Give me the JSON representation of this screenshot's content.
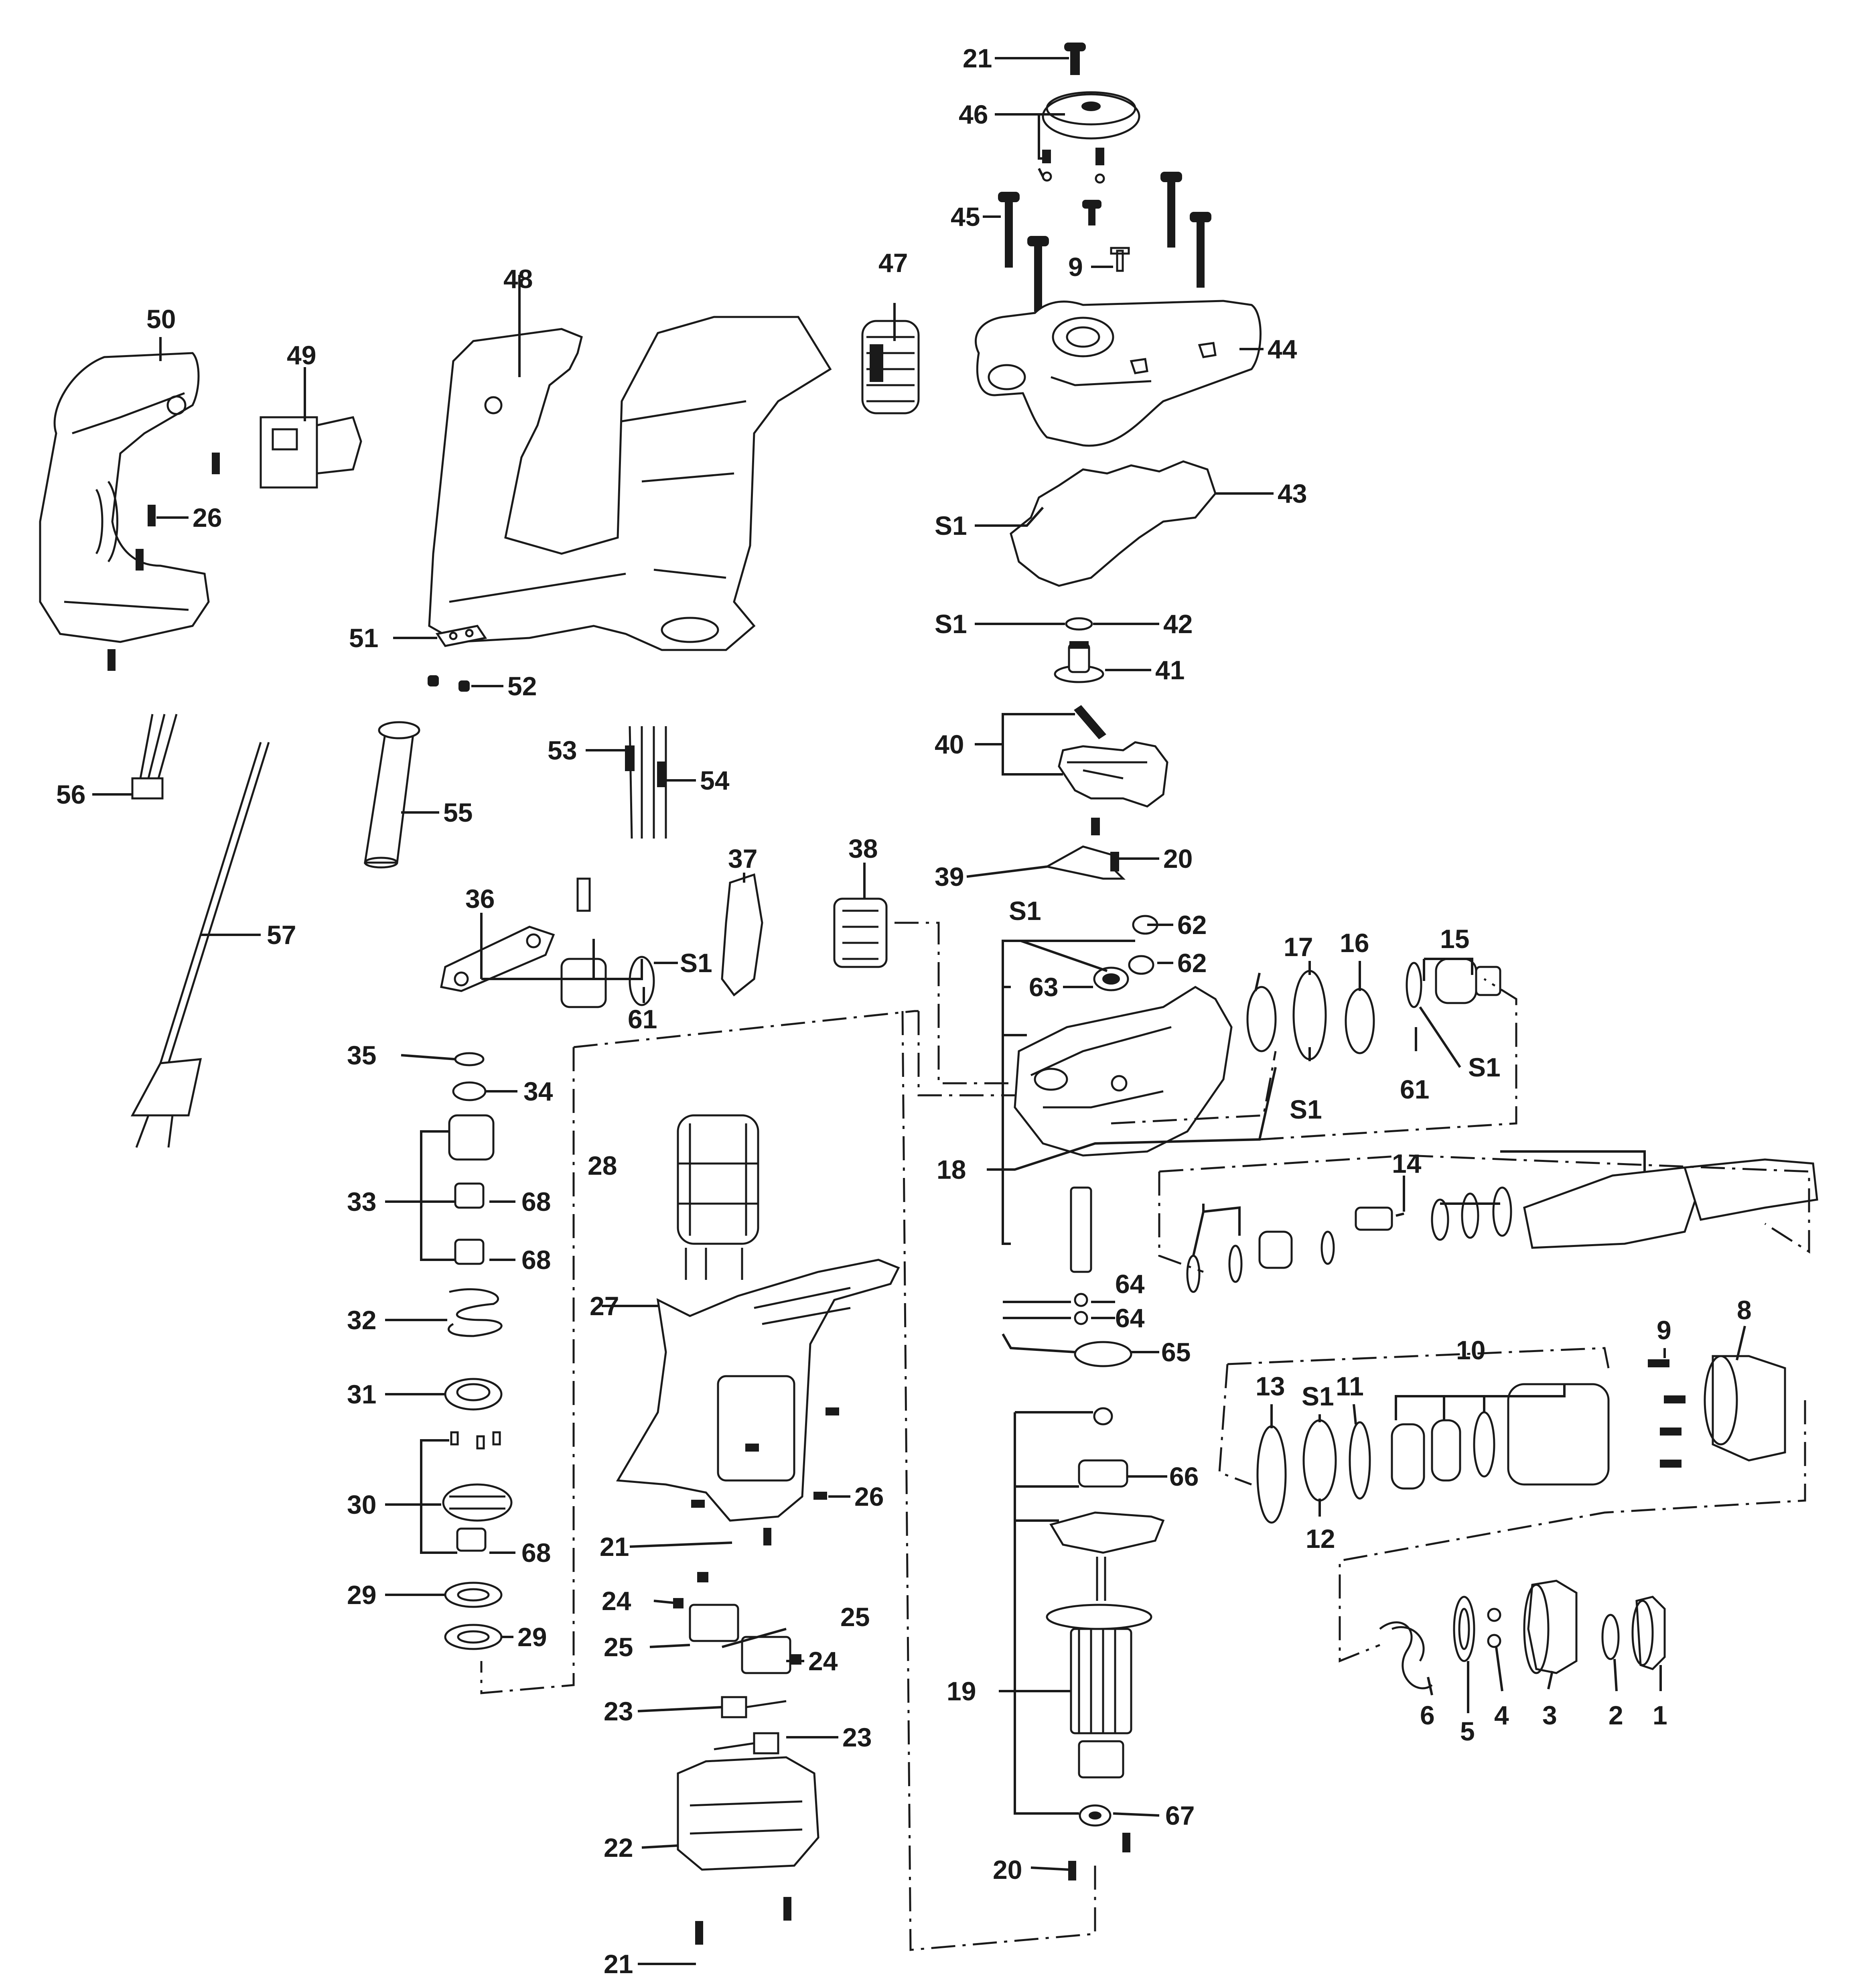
{
  "diagram": {
    "labels": [
      {
        "id": "l21a",
        "text": "21"
      },
      {
        "id": "l46",
        "text": "46"
      },
      {
        "id": "l45",
        "text": "45"
      },
      {
        "id": "l9a",
        "text": "9"
      },
      {
        "id": "l47",
        "text": "47"
      },
      {
        "id": "l44",
        "text": "44"
      },
      {
        "id": "l43",
        "text": "43"
      },
      {
        "id": "ls1a",
        "text": "S1"
      },
      {
        "id": "ls1b",
        "text": "S1"
      },
      {
        "id": "l42",
        "text": "42"
      },
      {
        "id": "l41",
        "text": "41"
      },
      {
        "id": "l40",
        "text": "40"
      },
      {
        "id": "l39",
        "text": "39"
      },
      {
        "id": "l20a",
        "text": "20"
      },
      {
        "id": "l50",
        "text": "50"
      },
      {
        "id": "l49",
        "text": "49"
      },
      {
        "id": "l48",
        "text": "48"
      },
      {
        "id": "l26a",
        "text": "26"
      },
      {
        "id": "l51",
        "text": "51"
      },
      {
        "id": "l52",
        "text": "52"
      },
      {
        "id": "l53",
        "text": "53"
      },
      {
        "id": "l54",
        "text": "54"
      },
      {
        "id": "l56",
        "text": "56"
      },
      {
        "id": "l55",
        "text": "55"
      },
      {
        "id": "l57",
        "text": "57"
      },
      {
        "id": "l36",
        "text": "36"
      },
      {
        "id": "l37",
        "text": "37"
      },
      {
        "id": "l38",
        "text": "38"
      },
      {
        "id": "ls1c",
        "text": "S1"
      },
      {
        "id": "l61a",
        "text": "61"
      },
      {
        "id": "ls1d",
        "text": "S1"
      },
      {
        "id": "l62a",
        "text": "62"
      },
      {
        "id": "l62b",
        "text": "62"
      },
      {
        "id": "l63",
        "text": "63"
      },
      {
        "id": "l17",
        "text": "17"
      },
      {
        "id": "l16",
        "text": "16"
      },
      {
        "id": "l15",
        "text": "15"
      },
      {
        "id": "ls1e",
        "text": "S1"
      },
      {
        "id": "ls1f",
        "text": "S1"
      },
      {
        "id": "l61b",
        "text": "61"
      },
      {
        "id": "l35",
        "text": "35"
      },
      {
        "id": "l34",
        "text": "34"
      },
      {
        "id": "l33",
        "text": "33"
      },
      {
        "id": "l68a",
        "text": "68"
      },
      {
        "id": "l68b",
        "text": "68"
      },
      {
        "id": "l28",
        "text": "28"
      },
      {
        "id": "l18",
        "text": "18"
      },
      {
        "id": "l14",
        "text": "14"
      },
      {
        "id": "l27",
        "text": "27"
      },
      {
        "id": "l64a",
        "text": "64"
      },
      {
        "id": "l64b",
        "text": "64"
      },
      {
        "id": "l65",
        "text": "65"
      },
      {
        "id": "l32",
        "text": "32"
      },
      {
        "id": "l31",
        "text": "31"
      },
      {
        "id": "l9b",
        "text": "9"
      },
      {
        "id": "l8",
        "text": "8"
      },
      {
        "id": "l13",
        "text": "13"
      },
      {
        "id": "ls1g",
        "text": "S1"
      },
      {
        "id": "l11",
        "text": "11"
      },
      {
        "id": "l10",
        "text": "10"
      },
      {
        "id": "l66",
        "text": "66"
      },
      {
        "id": "l30",
        "text": "30"
      },
      {
        "id": "l26b",
        "text": "26"
      },
      {
        "id": "l12",
        "text": "12"
      },
      {
        "id": "l21b",
        "text": "21"
      },
      {
        "id": "l68c",
        "text": "68"
      },
      {
        "id": "l29a",
        "text": "29"
      },
      {
        "id": "l29b",
        "text": "29"
      },
      {
        "id": "l24a",
        "text": "24"
      },
      {
        "id": "l25a",
        "text": "25"
      },
      {
        "id": "l25b",
        "text": "25"
      },
      {
        "id": "l24b",
        "text": "24"
      },
      {
        "id": "l23a",
        "text": "23"
      },
      {
        "id": "l23b",
        "text": "23"
      },
      {
        "id": "l19",
        "text": "19"
      },
      {
        "id": "l6",
        "text": "6"
      },
      {
        "id": "l5",
        "text": "5"
      },
      {
        "id": "l4",
        "text": "4"
      },
      {
        "id": "l3",
        "text": "3"
      },
      {
        "id": "l2",
        "text": "2"
      },
      {
        "id": "l1",
        "text": "1"
      },
      {
        "id": "l22",
        "text": "22"
      },
      {
        "id": "l67",
        "text": "67"
      },
      {
        "id": "l20b",
        "text": "20"
      },
      {
        "id": "l21c",
        "text": "21"
      }
    ]
  }
}
